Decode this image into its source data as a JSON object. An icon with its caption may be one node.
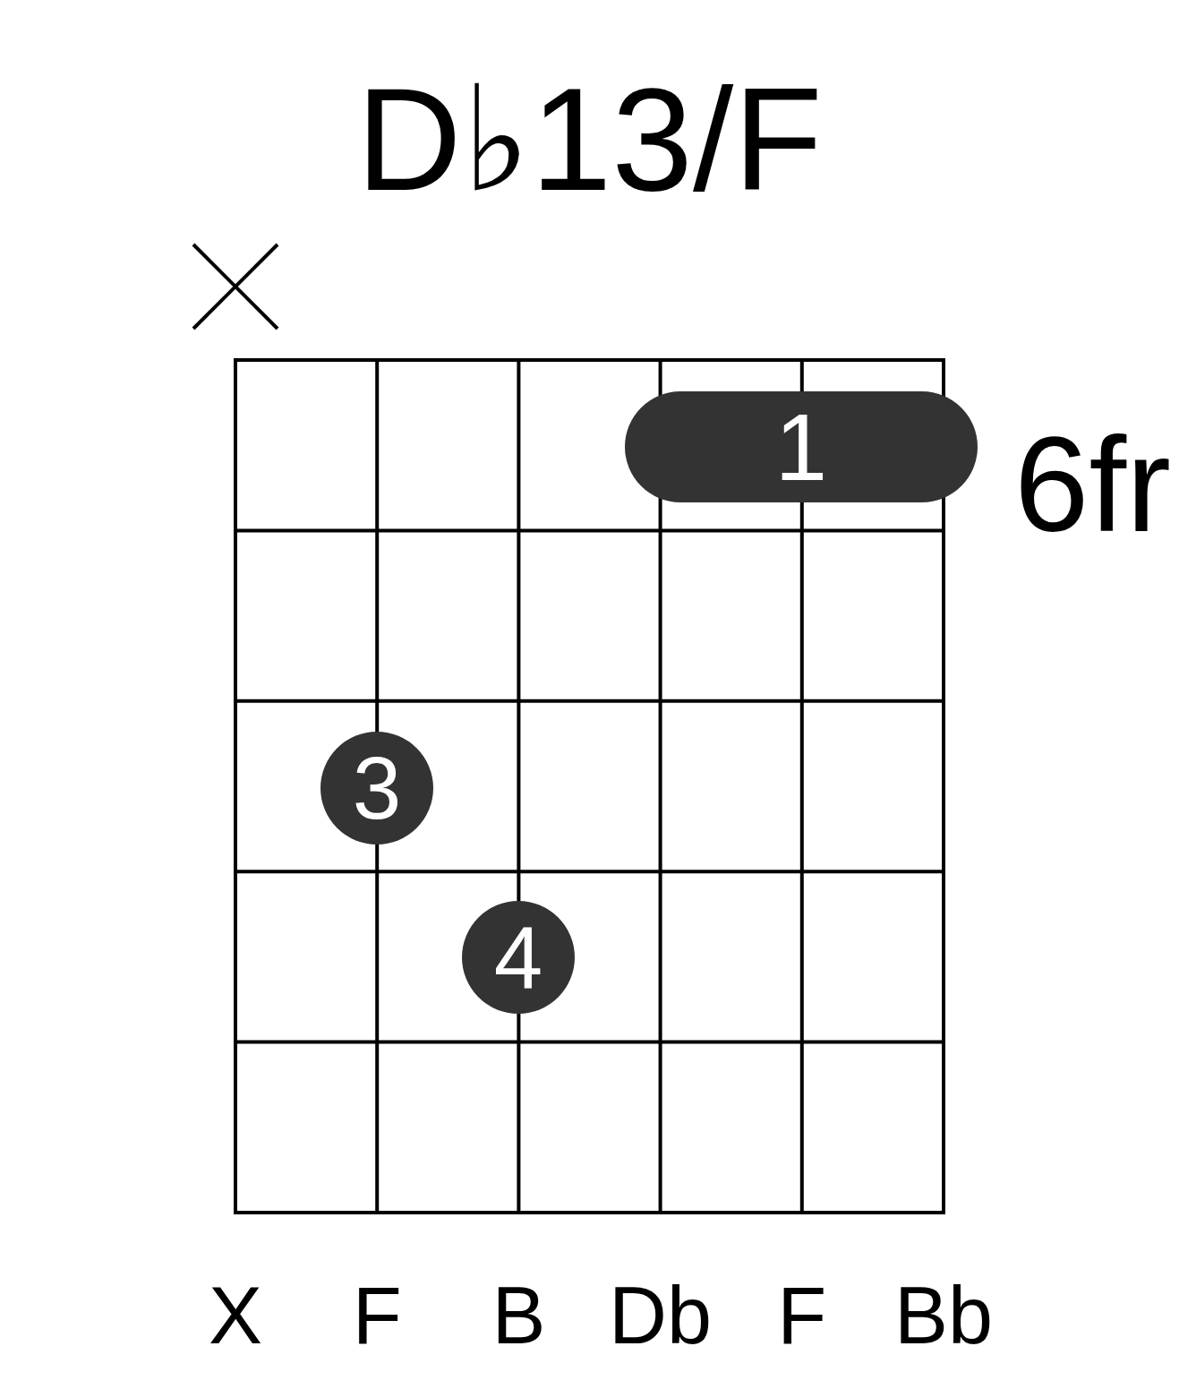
{
  "diagram": {
    "title": "D♭13/F",
    "nodes": [
      {
        "text": [
          "1"
        ]
      },
      {
        "text": [
          "3"
        ]
      },
      {
        "text": [
          "4"
        ]
      }
    ],
    "edges": [],
    "labels": [
      "6fr",
      "X",
      "F",
      "B",
      "Db",
      "F",
      "Bb"
    ]
  }
}
